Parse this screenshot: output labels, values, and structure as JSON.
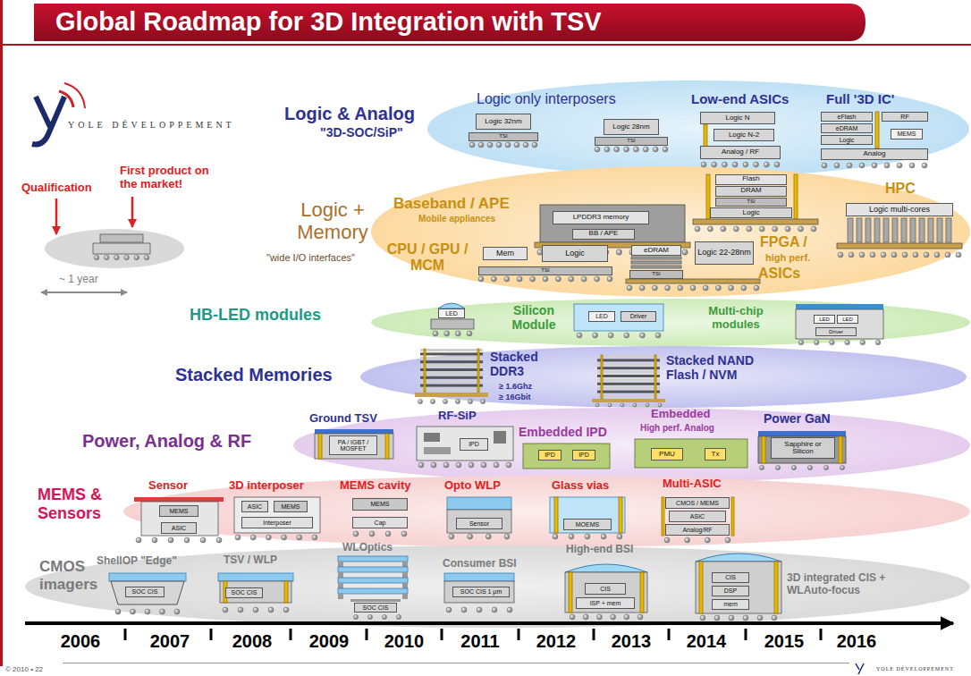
{
  "diagram": {
    "title": "Global Roadmap for 3D Integration with TSV",
    "nodes": [
      {
        "text": [
          "Logic & Analog",
          "\"3D-SOC/SiP\"",
          "Logic only interposers",
          "Low-end ASICs",
          "Full '3D IC'"
        ]
      },
      {
        "text": [
          "Logic 32nm"
        ],
        "in": 0
      },
      {
        "text": [
          "TSI"
        ],
        "in": 0
      },
      {
        "text": [
          "Logic 28nm"
        ],
        "in": 0
      },
      {
        "text": [
          "TSI"
        ],
        "in": 0
      },
      {
        "text": [
          "Logic N"
        ],
        "in": 0
      },
      {
        "text": [
          "Logic N-2"
        ],
        "in": 0
      },
      {
        "text": [
          "Analog / RF"
        ],
        "in": 0
      },
      {
        "text": [
          "eFlash"
        ],
        "in": 0
      },
      {
        "text": [
          "eDRAM"
        ],
        "in": 0
      },
      {
        "text": [
          "Logic"
        ],
        "in": 0
      },
      {
        "text": [
          "RF"
        ],
        "in": 0
      },
      {
        "text": [
          "MEMS"
        ],
        "in": 0
      },
      {
        "text": [
          "Analog"
        ],
        "in": 0
      },
      {
        "text": [
          "Logic + Memory",
          "\"wide I/O interfaces\"",
          "Baseband / APE",
          "Mobile appliances",
          "CPU / GPU / MCM",
          "FPGA /",
          "high perf.",
          "ASICs",
          "HPC"
        ]
      },
      {
        "text": [
          "LPDDR3 memory"
        ],
        "in": 14
      },
      {
        "text": [
          "BB / APE"
        ],
        "in": 14
      },
      {
        "text": [
          "Flash"
        ],
        "in": 14
      },
      {
        "text": [
          "DRAM"
        ],
        "in": 14
      },
      {
        "text": [
          "TSI"
        ],
        "in": 14
      },
      {
        "text": [
          "Logic"
        ],
        "in": 14
      },
      {
        "text": [
          "Mem"
        ],
        "in": 14
      },
      {
        "text": [
          "Logic"
        ],
        "in": 14
      },
      {
        "text": [
          "TSI"
        ],
        "in": 14
      },
      {
        "text": [
          "eDRAM"
        ],
        "in": 14
      },
      {
        "text": [
          "TSI"
        ],
        "in": 14
      },
      {
        "text": [
          "Logic 22-28nm"
        ],
        "in": 14
      },
      {
        "text": [
          "Logic multi-cores"
        ],
        "in": 14
      },
      {
        "text": [
          "HB-LED modules",
          "Silicon Module",
          "Multi-chip modules"
        ]
      },
      {
        "text": [
          "LED"
        ],
        "in": 28
      },
      {
        "text": [
          "LED"
        ],
        "in": 28
      },
      {
        "text": [
          "Driver"
        ],
        "in": 28
      },
      {
        "text": [
          "LED"
        ],
        "in": 28
      },
      {
        "text": [
          "LED"
        ],
        "in": 28
      },
      {
        "text": [
          "Driver"
        ],
        "in": 28
      },
      {
        "text": [
          "Stacked Memories",
          "Stacked DDR3",
          "≥ 1.6Ghz",
          "≥ 16Gbit",
          "Stacked NAND Flash / NVM"
        ]
      },
      {
        "text": [
          "Power, Analog & RF",
          "Ground TSV",
          "RF-SiP",
          "Embedded IPD",
          "Embedded",
          "High perf. Analog",
          "Power GaN"
        ]
      },
      {
        "text": [
          "PA / IGBT / MOSFET"
        ],
        "in": 36
      },
      {
        "text": [
          "IPD"
        ],
        "in": 36
      },
      {
        "text": [
          "IPD"
        ],
        "in": 36
      },
      {
        "text": [
          "IPD"
        ],
        "in": 36
      },
      {
        "text": [
          "PMU"
        ],
        "in": 36
      },
      {
        "text": [
          "Tx"
        ],
        "in": 36
      },
      {
        "text": [
          "Sapphire or Silicon"
        ],
        "in": 36
      },
      {
        "text": [
          "MEMS & Sensors",
          "Sensor",
          "3D interposer",
          "MEMS cavity",
          "Opto WLP",
          "Glass vias",
          "Multi-ASIC"
        ]
      },
      {
        "text": [
          "MEMS"
        ],
        "in": 44
      },
      {
        "text": [
          "ASIC"
        ],
        "in": 44
      },
      {
        "text": [
          "ASIC"
        ],
        "in": 44
      },
      {
        "text": [
          "MEMS"
        ],
        "in": 44
      },
      {
        "text": [
          "Interposer"
        ],
        "in": 44
      },
      {
        "text": [
          "MEMS"
        ],
        "in": 44
      },
      {
        "text": [
          "Cap"
        ],
        "in": 44
      },
      {
        "text": [
          "Sensor"
        ],
        "in": 44
      },
      {
        "text": [
          "MOEMS"
        ],
        "in": 44
      },
      {
        "text": [
          "CMOS / MEMS"
        ],
        "in": 44
      },
      {
        "text": [
          "ASIC"
        ],
        "in": 44
      },
      {
        "text": [
          "Analog/RF"
        ],
        "in": 44
      },
      {
        "text": [
          "CMOS imagers",
          "ShellOP \"Edge\"",
          "TSV / WLP",
          "WLOptics",
          "Consumer BSI",
          "High-end BSI",
          "3D integrated CIS + WLAuto-focus"
        ]
      },
      {
        "text": [
          "SOC CIS"
        ],
        "in": 57
      },
      {
        "text": [
          "SOC CIS"
        ],
        "in": 57
      },
      {
        "text": [
          "SOC CIS"
        ],
        "in": 57
      },
      {
        "text": [
          "SOC CIS 1 µm"
        ],
        "in": 57
      },
      {
        "text": [
          "CIS"
        ],
        "in": 57
      },
      {
        "text": [
          "ISP + mem"
        ],
        "in": 57
      },
      {
        "text": [
          "CIS"
        ],
        "in": 57
      },
      {
        "text": [
          "DSP"
        ],
        "in": 57
      },
      {
        "text": [
          "mem"
        ],
        "in": 57
      }
    ],
    "labels": [
      "YOLE DÉVELOPPEMENT",
      "Qualification",
      "First product on the market!",
      "~ 1 year",
      "2006",
      "2007",
      "2008",
      "2009",
      "2010",
      "2011",
      "2012",
      "2013",
      "2014",
      "2015",
      "2016",
      "© 2010 • 22",
      "YOLE DÉVELOPPEMENT"
    ]
  }
}
